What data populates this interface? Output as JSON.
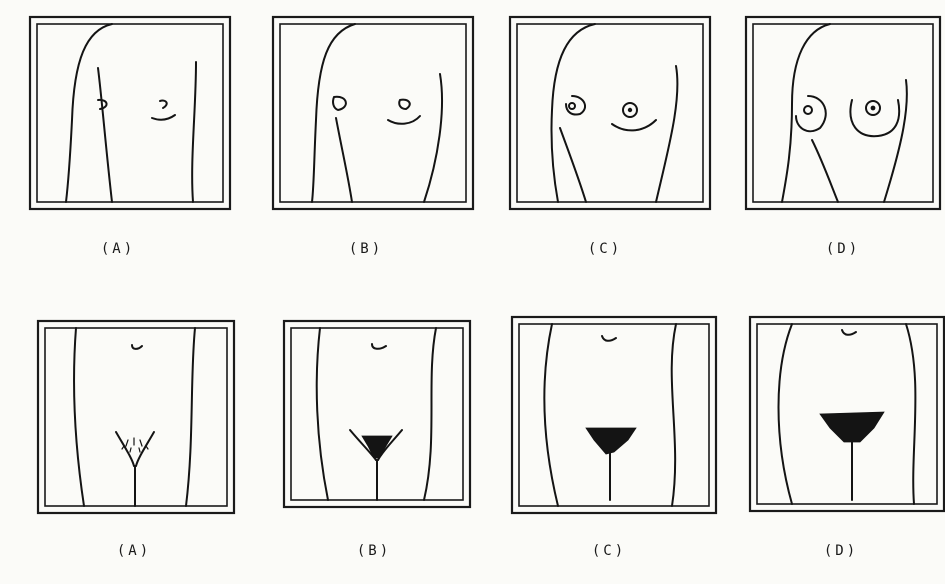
{
  "rows": [
    {
      "labels": [
        "(A)",
        "(B)",
        "(C)",
        "(D)"
      ]
    },
    {
      "labels": [
        "(A)",
        "(B)",
        "(C)",
        "(D)"
      ]
    }
  ]
}
